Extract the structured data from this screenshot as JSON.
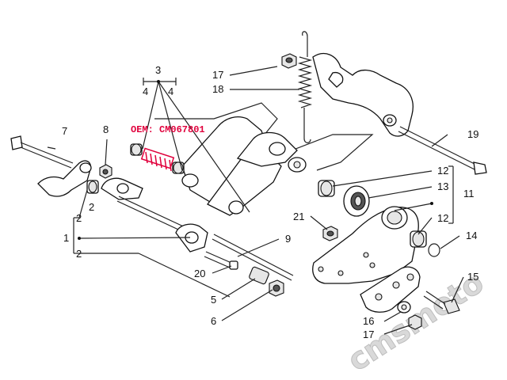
{
  "oem_label": "OEM: CM067801",
  "watermark": "cmsmoto",
  "callouts": {
    "c1": "1",
    "c2a": "2",
    "c2b": "2",
    "c2c": "2",
    "c3": "3",
    "c4a": "4",
    "c4b": "4",
    "c5": "5",
    "c6": "6",
    "c7": "7",
    "c8": "8",
    "c9": "9",
    "c11": "11",
    "c12a": "12",
    "c12b": "12",
    "c13": "13",
    "c14": "14",
    "c15": "15",
    "c16": "16",
    "c17a": "17",
    "c17b": "17",
    "c18": "18",
    "c19": "19",
    "c20": "20",
    "c21": "21"
  },
  "colors": {
    "accent": "#e0003c",
    "line": "#222222",
    "watermark": "#d9d9d9"
  }
}
